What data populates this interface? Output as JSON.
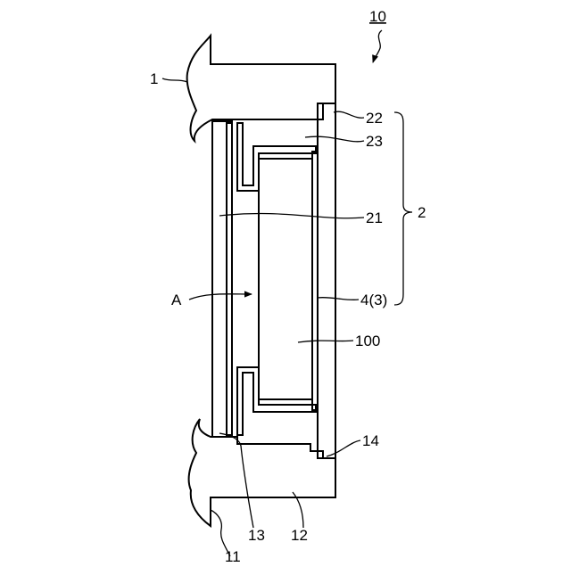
{
  "figure_ref": "10",
  "labels": {
    "l1": "1",
    "l2": "2",
    "l4": "4(3)",
    "l11": "11",
    "l12": "12",
    "l13": "13",
    "l14": "14",
    "l21": "21",
    "l22": "22",
    "l23": "23",
    "l100": "100",
    "lA": "A"
  },
  "colors": {
    "stroke": "#000000",
    "background": "#ffffff"
  }
}
